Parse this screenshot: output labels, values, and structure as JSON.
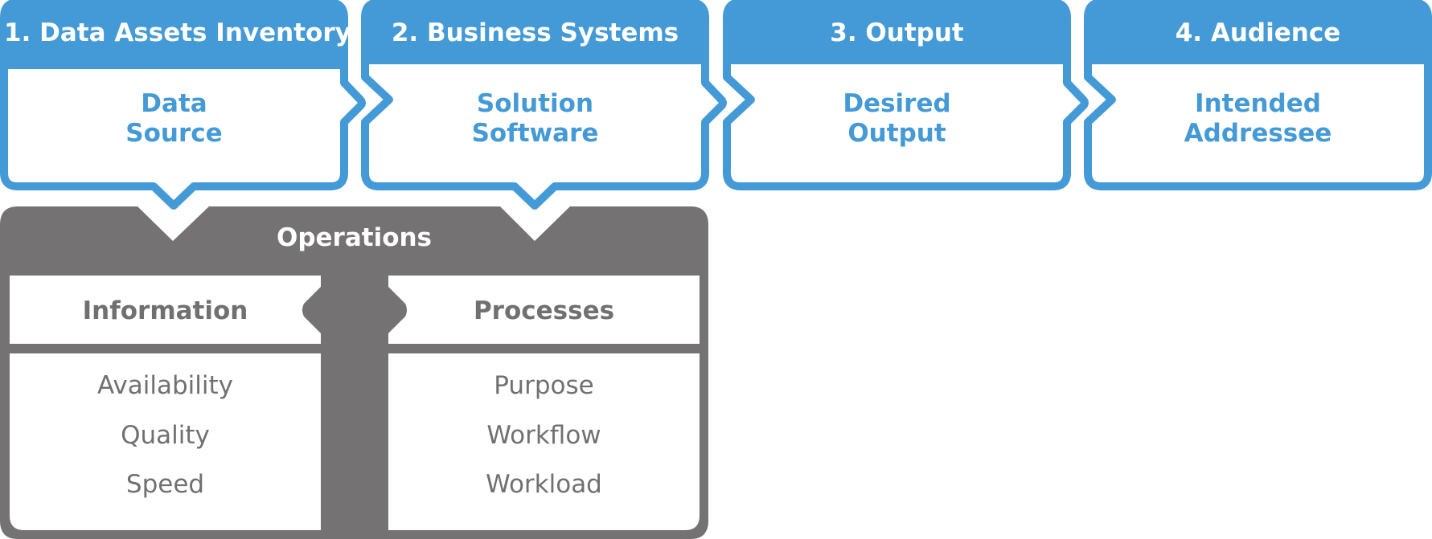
{
  "steps": [
    {
      "title": "1. Data Assets Inventory",
      "body": [
        "Data",
        "Source"
      ]
    },
    {
      "title": "2. Business Systems",
      "body": [
        "Solution",
        "Software"
      ]
    },
    {
      "title": "3. Output",
      "body": [
        "Desired",
        "Output"
      ]
    },
    {
      "title": "4. Audience",
      "body": [
        "Intended",
        "Addressee"
      ]
    }
  ],
  "operations": {
    "title": "Operations",
    "columns": [
      {
        "heading": "Information",
        "items": [
          "Availability",
          "Quality",
          "Speed"
        ]
      },
      {
        "heading": "Processes",
        "items": [
          "Purpose",
          "Workflow",
          "Workload"
        ]
      }
    ]
  },
  "colors": {
    "blue": "#449AD6",
    "gray": "#747273",
    "text_gray": "#707070",
    "white": "#ffffff"
  }
}
